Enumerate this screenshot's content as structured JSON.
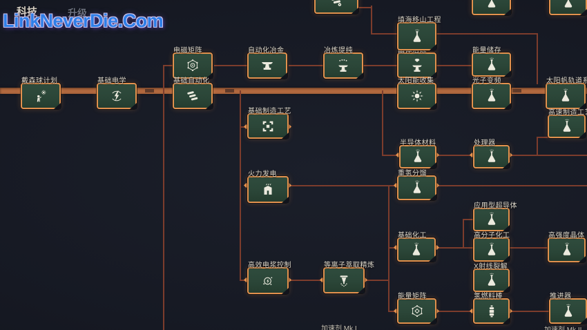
{
  "watermark": "LinkNeverDie.Com",
  "tabs": {
    "tech": "科技",
    "upgrade": "升级"
  },
  "bottom_labels": {
    "left": "加速剂 Mk.I",
    "right": "加速剂 Mk.II"
  },
  "colors": {
    "background": "#161923",
    "node_background": "#2b4638",
    "node_border": "#e2914e",
    "connector_line": "#7c3c2c",
    "research_band": "#b2693f",
    "label_text": "#ded9cc",
    "watermark_blue": "#2f7fe8",
    "tab_active": "#d8d2c4",
    "tab_inactive": "#6d7380"
  },
  "nodes": [
    {
      "id": "dyson-sphere-program",
      "label": "戴森球计划",
      "icon": "person-sun"
    },
    {
      "id": "basic-electromagnetics",
      "label": "基础电学",
      "icon": "lightning"
    },
    {
      "id": "electromagnetic-matrix",
      "label": "电磁矩阵",
      "icon": "matrix"
    },
    {
      "id": "basic-automation",
      "label": "基础自动化",
      "icon": "conveyor"
    },
    {
      "id": "automatic-metallurgy",
      "label": "自动化冶金",
      "icon": "anvil"
    },
    {
      "id": "smelting-purification",
      "label": "冶炼提纯",
      "icon": "anvil-dots"
    },
    {
      "id": "crystal-smelting",
      "label": "晶体冶炼",
      "icon": "anvil-crystal"
    },
    {
      "id": "energy-storage",
      "label": "能量储存",
      "icon": "flask"
    },
    {
      "id": "landfill-terraforming",
      "label": "填海移山工程",
      "icon": "flask"
    },
    {
      "id": "solar-collection",
      "label": "太阳能收集",
      "icon": "sun"
    },
    {
      "id": "photon-frequency-conversion",
      "label": "光子变频",
      "icon": "flask"
    },
    {
      "id": "solar-sail-orbital-system",
      "label": "太阳帆轨道系统",
      "icon": "flask"
    },
    {
      "id": "high-speed-manufacturing",
      "label": "高速制造工艺",
      "icon": "flask"
    },
    {
      "id": "basic-manufacturing",
      "label": "基础制造工艺",
      "icon": "assembler"
    },
    {
      "id": "semiconductor-material",
      "label": "半导体材料",
      "icon": "flask"
    },
    {
      "id": "processor",
      "label": "处理器",
      "icon": "flask"
    },
    {
      "id": "thermal-power",
      "label": "火力发电",
      "icon": "power-plant"
    },
    {
      "id": "deuterium-fractionation",
      "label": "重氢分馏",
      "icon": "flask"
    },
    {
      "id": "applied-superconductor",
      "label": "应用型超导体",
      "icon": "flask"
    },
    {
      "id": "basic-chemical-engineering",
      "label": "基础化工",
      "icon": "flask"
    },
    {
      "id": "polymer-chemical-engineering",
      "label": "高分子化工",
      "icon": "flask"
    },
    {
      "id": "high-strength-crystal",
      "label": "高强度晶体",
      "icon": "flask"
    },
    {
      "id": "high-efficiency-plasma-control",
      "label": "高效电浆控制",
      "icon": "plasma"
    },
    {
      "id": "plasma-extract-refining",
      "label": "等离子萃取精炼",
      "icon": "refinery"
    },
    {
      "id": "x-ray-cracking",
      "label": "X射线裂解",
      "icon": "flask"
    },
    {
      "id": "energy-matrix",
      "label": "能量矩阵",
      "icon": "energy-matrix"
    },
    {
      "id": "hydrogen-fuel-rod",
      "label": "氢燃料棒",
      "icon": "fuel-rod"
    },
    {
      "id": "thruster",
      "label": "推进器",
      "icon": "flask"
    },
    {
      "id": "partial-node-top-left",
      "label": "",
      "icon": "machine"
    },
    {
      "id": "partial-node-top-mid",
      "label": "",
      "icon": "flask"
    },
    {
      "id": "partial-node-top-right",
      "label": "",
      "icon": "flask"
    }
  ]
}
